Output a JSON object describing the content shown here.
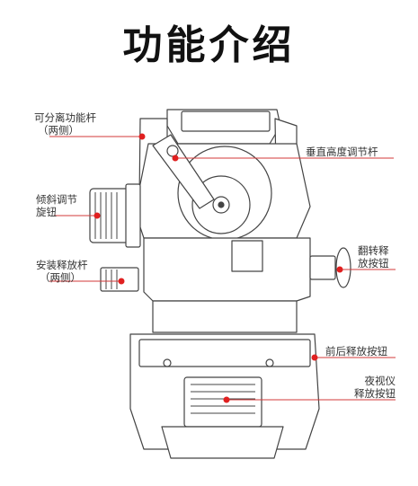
{
  "title": "功能介绍",
  "labels": {
    "split_lever": {
      "line1": "可分离功能杆",
      "line2": "（两侧）"
    },
    "tilt_knob": {
      "line1": "倾斜调节",
      "line2": "旋钮"
    },
    "mount_lever": {
      "line1": "安装释放杆",
      "line2": "（两侧）"
    },
    "vertical_lever": {
      "line1": "垂直高度调节杆"
    },
    "flip_button": {
      "line1": "翻转释",
      "line2": "放按钮"
    },
    "front_back_button": {
      "line1": "前后释放按钮"
    },
    "nv_button": {
      "line1": "夜视仪",
      "line2": "释放按钮"
    }
  },
  "colors": {
    "line": "#444444",
    "leader": "#d33a3a",
    "dot": "#e02020",
    "title": "#111111"
  }
}
